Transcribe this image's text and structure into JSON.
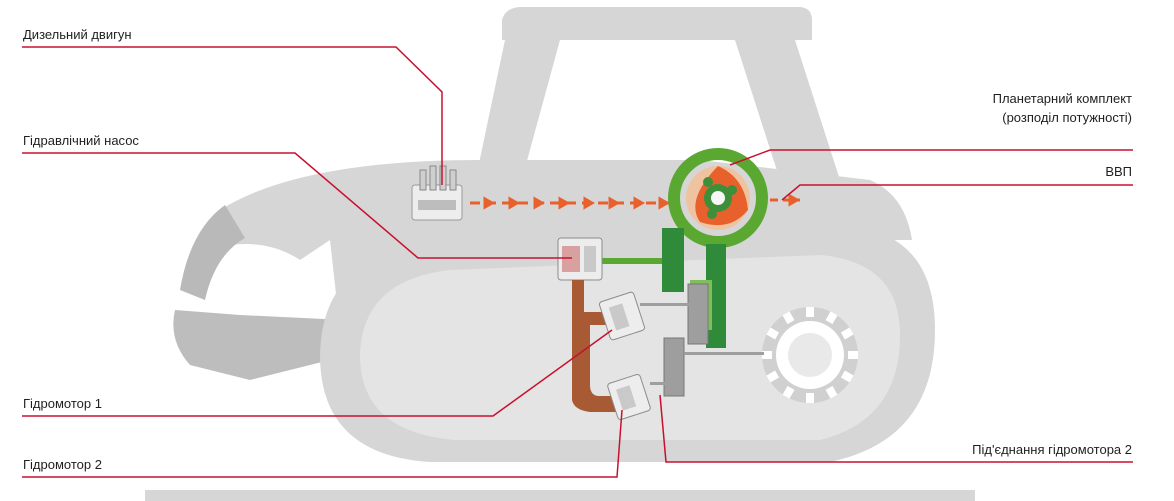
{
  "labels": {
    "diesel_engine": "Дизельний двигун",
    "hydraulic_pump": "Гідравлічний насос",
    "hydromotor_1": "Гідромотор 1",
    "hydromotor_2": "Гідромотор 2",
    "planetary_line1": "Планетарний комплект",
    "planetary_line2": "(розподіл потужності)",
    "pto": "ВВП",
    "hydromotor_2_coupling": "Під'єднання гідромотора 2"
  },
  "colors": {
    "leader_line": "#c8102e",
    "tractor_silhouette": "#d4d4d4",
    "tractor_dark": "#b7b7b7",
    "planetary_ring": "#5aa832",
    "shaft_green": "#3d8f3a",
    "power_flow": "#e8612c",
    "hydraulic_hose": "#a85a35"
  }
}
